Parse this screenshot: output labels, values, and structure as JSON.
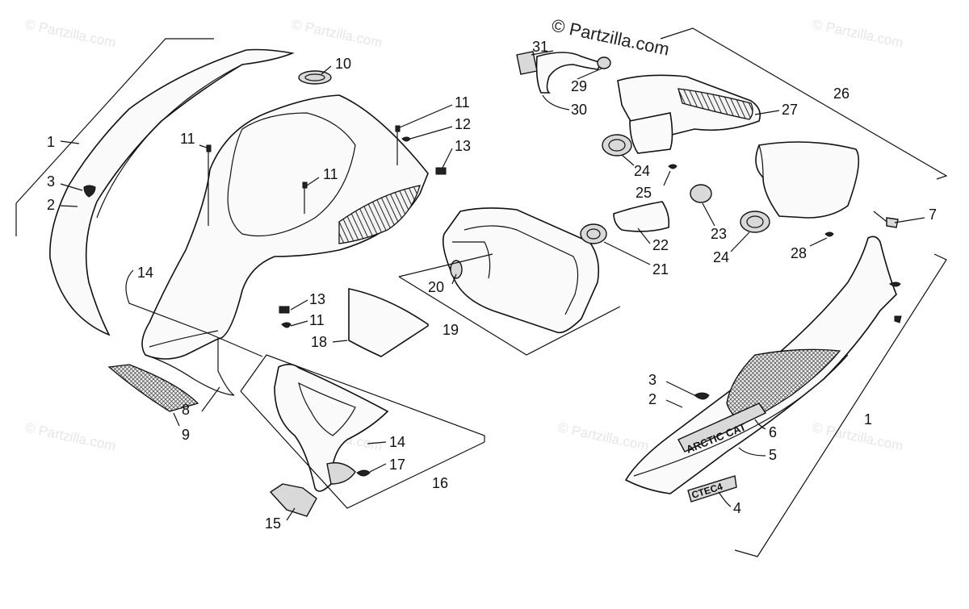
{
  "copyright": "© Partzilla.com",
  "watermark": "© Partzilla.com",
  "callouts": {
    "c1_left": "1",
    "c2_left": "2",
    "c3_left": "3",
    "c10": "10",
    "c11_a": "11",
    "c11_b": "11",
    "c11_c": "11",
    "c11_d": "11",
    "c12": "12",
    "c13_a": "13",
    "c13_b": "13",
    "c14_a": "14",
    "c14_b": "14",
    "c15": "15",
    "c16": "16",
    "c17": "17",
    "c18": "18",
    "c8": "8",
    "c9": "9",
    "c19": "19",
    "c20": "20",
    "c21": "21",
    "c22": "22",
    "c23": "23",
    "c24_a": "24",
    "c24_b": "24",
    "c25": "25",
    "c26": "26",
    "c27": "27",
    "c28": "28",
    "c29": "29",
    "c30": "30",
    "c31": "31",
    "c7": "7",
    "c1_right": "1",
    "c2_right": "2",
    "c3_right": "3",
    "c4": "4",
    "c5": "5",
    "c6": "6"
  },
  "decals": {
    "brand": "ARCTIC CAT",
    "model": "CTEC4"
  }
}
